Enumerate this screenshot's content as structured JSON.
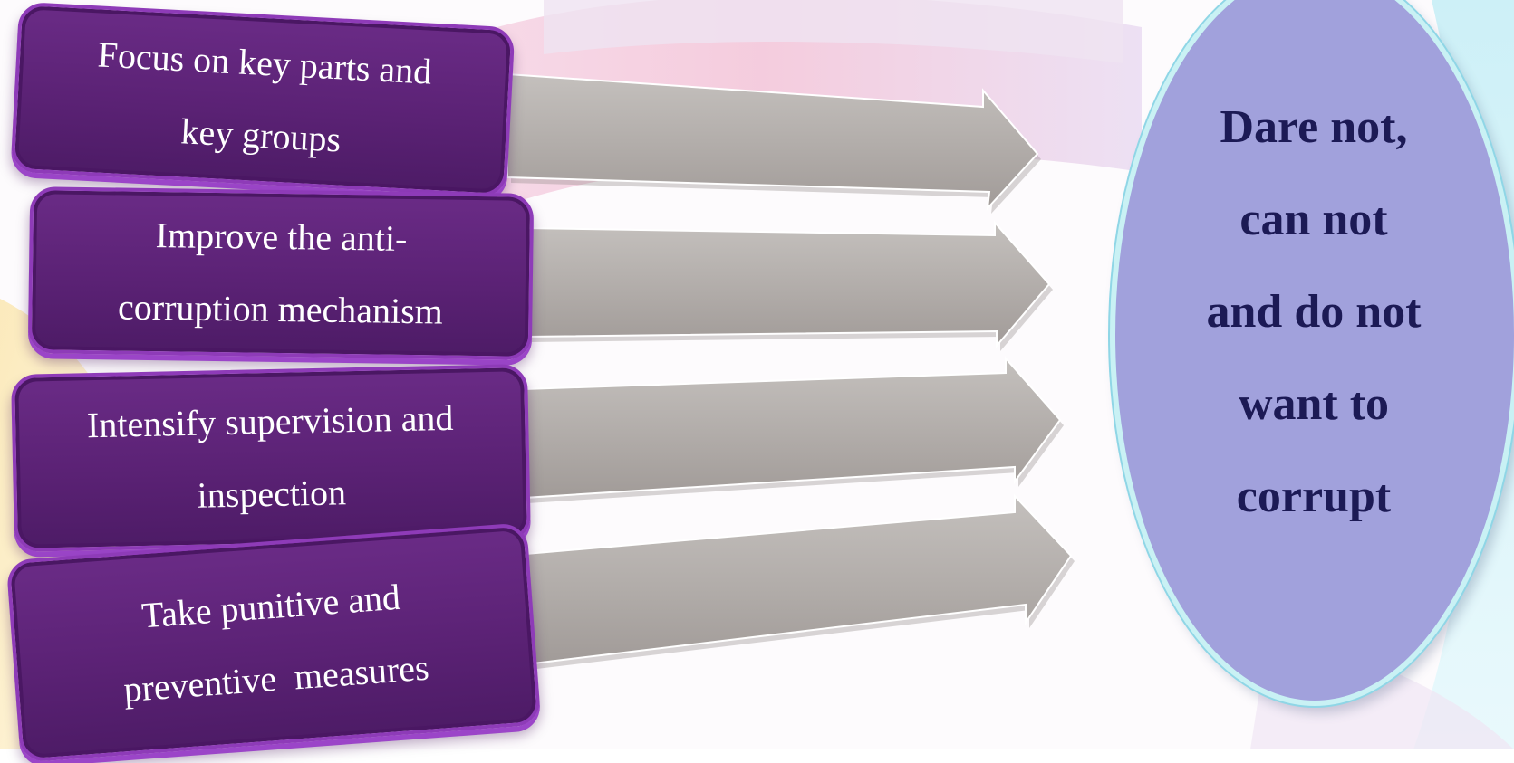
{
  "boxes": [
    {
      "line1": "Focus on key parts and",
      "line2": "key groups"
    },
    {
      "line1": "Improve the anti-",
      "line2": "corruption mechanism"
    },
    {
      "line1": "Intensify supervision and",
      "line2": "inspection"
    },
    {
      "line1": "Take punitive and",
      "line2": "preventive  measures"
    }
  ],
  "goal": {
    "lines": [
      "Dare not,",
      "can not",
      "and do not",
      "want to",
      "corrupt"
    ]
  },
  "colors": {
    "box_fill": "#5b2275",
    "box_border": "#8e3bb8",
    "arrow_fill": "#b3aeab",
    "oval_fill": "#a1a1dc",
    "oval_border": "#c9f1f4",
    "goal_text": "#1c1a55"
  }
}
